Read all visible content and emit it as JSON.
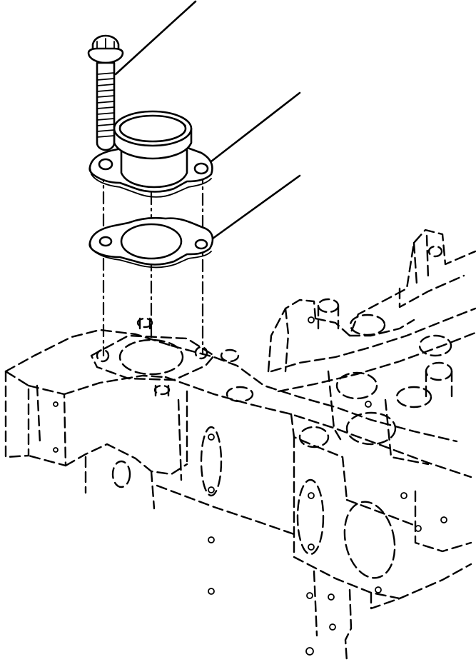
{
  "figure": {
    "kind": "exploded assembly drawing",
    "style": "monochrome line art",
    "colors": {
      "line": "#000000",
      "background": "#ffffff"
    },
    "parts": [
      {
        "id": "bolt",
        "icon": "hex-flange-bolt-icon"
      },
      {
        "id": "water-outlet-connector",
        "icon": "flanged-pipe-connector-icon"
      },
      {
        "id": "gasket",
        "icon": "two-bolt-gasket-icon"
      },
      {
        "id": "cylinder-head",
        "icon": "engine-cylinder-head-icon"
      }
    ],
    "callout_count": 3
  }
}
